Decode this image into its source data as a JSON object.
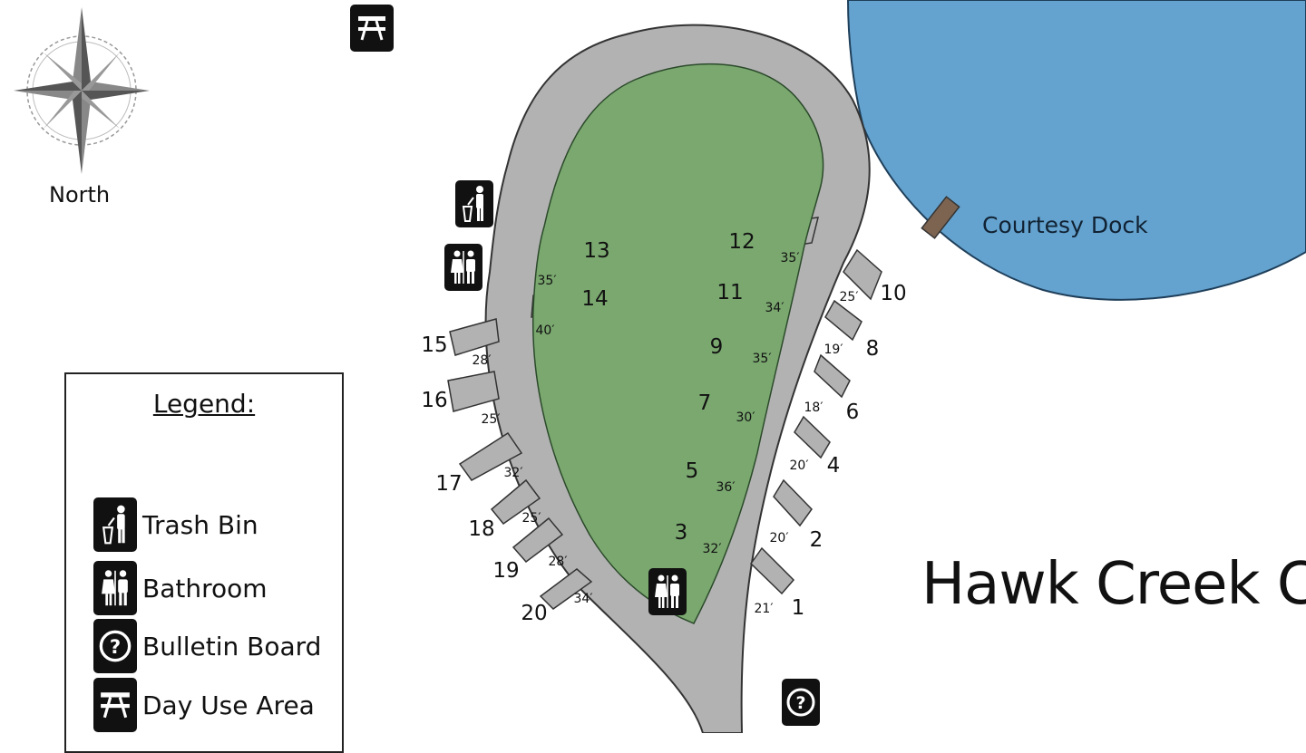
{
  "title": "Hawk Creek CG",
  "compass": {
    "label": "North"
  },
  "courtesy_dock": {
    "label": "Courtesy Dock"
  },
  "legend": {
    "title": "Legend:",
    "items": [
      {
        "label": "Trash Bin",
        "icon": "trash-bin-icon"
      },
      {
        "label": "Bathroom",
        "icon": "bathroom-icon"
      },
      {
        "label": "Bulletin Board",
        "icon": "bulletin-board-icon"
      },
      {
        "label": "Day Use Area",
        "icon": "picnic-table-icon"
      }
    ]
  },
  "sites": [
    {
      "num": "1",
      "len": "21′"
    },
    {
      "num": "2",
      "len": "20′"
    },
    {
      "num": "3",
      "len": "32′"
    },
    {
      "num": "4",
      "len": "20′"
    },
    {
      "num": "5",
      "len": "36′"
    },
    {
      "num": "6",
      "len": "18′"
    },
    {
      "num": "7",
      "len": "30′"
    },
    {
      "num": "8",
      "len": "19′"
    },
    {
      "num": "9",
      "len": "35′"
    },
    {
      "num": "10",
      "len": "25′"
    },
    {
      "num": "11",
      "len": "34′"
    },
    {
      "num": "12",
      "len": "35′"
    },
    {
      "num": "13",
      "len": "35′"
    },
    {
      "num": "14",
      "len": "40′"
    },
    {
      "num": "15",
      "len": "28′"
    },
    {
      "num": "16",
      "len": "25′"
    },
    {
      "num": "17",
      "len": "32′"
    },
    {
      "num": "18",
      "len": "25′"
    },
    {
      "num": "19",
      "len": "28′"
    },
    {
      "num": "20",
      "len": "34′"
    }
  ],
  "colors": {
    "road": "#b3b2b3",
    "road_outline": "#333333",
    "grass": "#7aa86f",
    "water": "#64a3cf",
    "dock": "#7d6451",
    "icon_bg": "#111111"
  }
}
